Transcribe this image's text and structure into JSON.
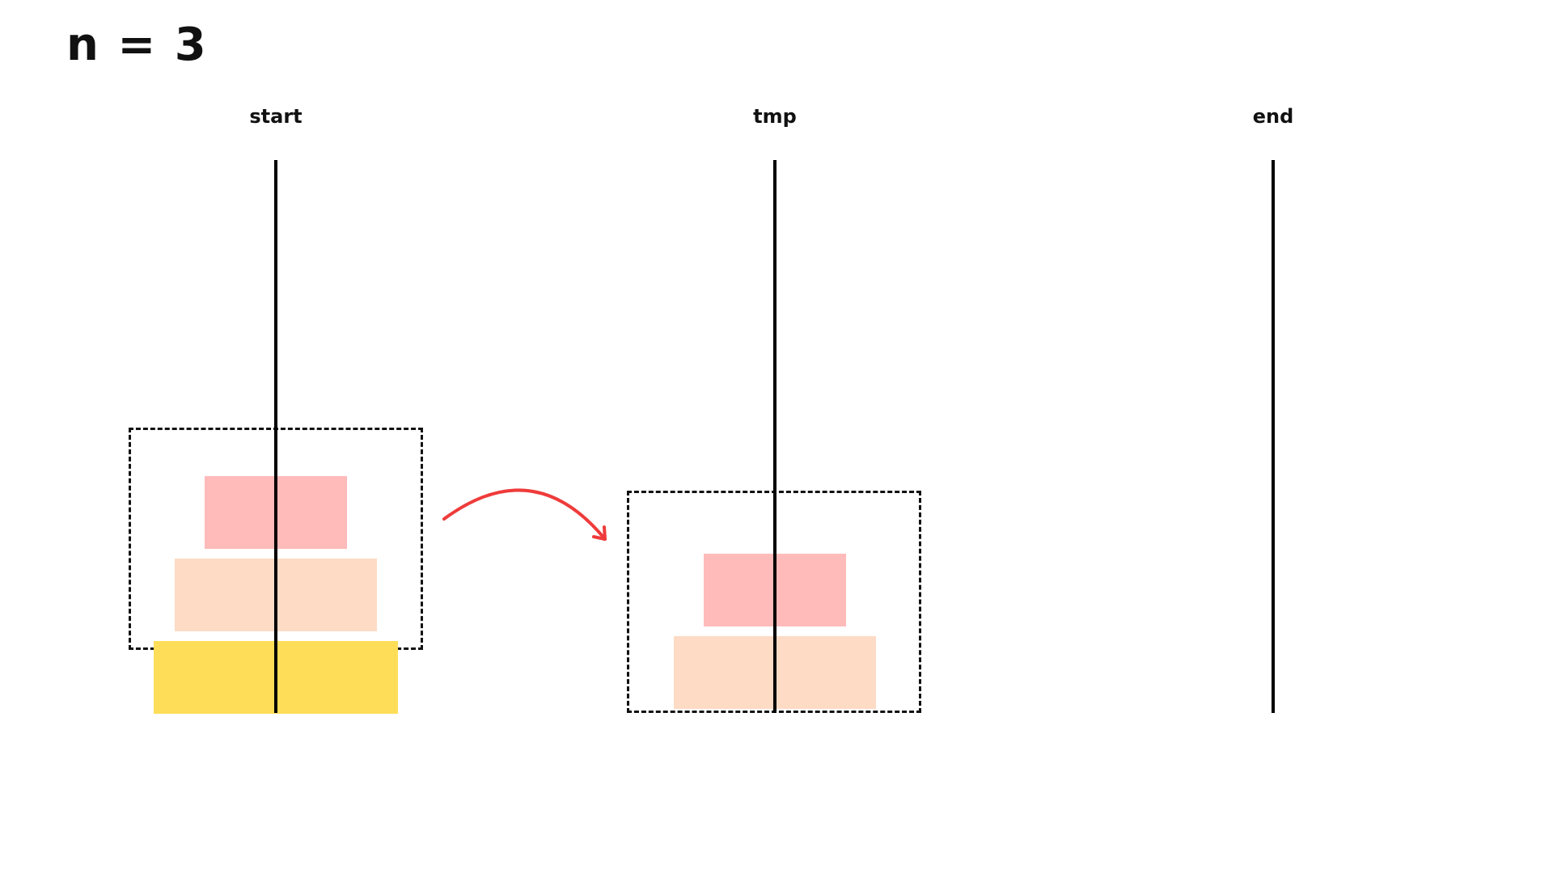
{
  "title": "n = 3",
  "pegs": [
    {
      "id": "start",
      "label": "start"
    },
    {
      "id": "tmp",
      "label": "tmp"
    },
    {
      "id": "end",
      "label": "end"
    }
  ],
  "disks": {
    "small": {
      "color": "#ffbaba"
    },
    "medium": {
      "color": "#fddbc5"
    },
    "large": {
      "color": "#fede59"
    }
  },
  "stacks": {
    "start": [
      "large",
      "medium",
      "small"
    ],
    "tmp": [
      "medium",
      "small"
    ],
    "end": []
  },
  "colors": {
    "peg": "#000000",
    "arrow": "#ef3b3b",
    "group_border": "#111111"
  }
}
